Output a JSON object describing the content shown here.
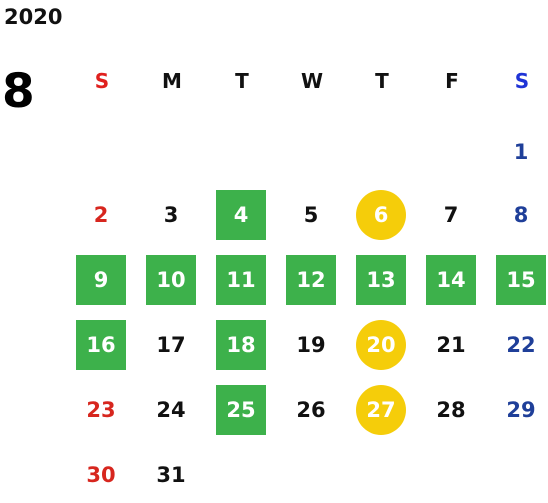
{
  "calendar": {
    "year": "2020",
    "month": "8",
    "weekdays": [
      "S",
      "M",
      "T",
      "W",
      "T",
      "F",
      "S"
    ],
    "weeks": [
      [
        "",
        "",
        "",
        "",
        "",
        "",
        "1"
      ],
      [
        "2",
        "3",
        "4",
        "5",
        "6",
        "7",
        "8"
      ],
      [
        "9",
        "10",
        "11",
        "12",
        "13",
        "14",
        "15"
      ],
      [
        "16",
        "17",
        "18",
        "19",
        "20",
        "21",
        "22"
      ],
      [
        "23",
        "24",
        "25",
        "26",
        "27",
        "28",
        "29"
      ],
      [
        "30",
        "31",
        "",
        "",
        "",
        "",
        ""
      ]
    ],
    "green_highlighted_days": [
      "4",
      "9",
      "10",
      "11",
      "12",
      "13",
      "14",
      "15",
      "16",
      "18",
      "25"
    ],
    "yellow_circled_days": [
      "6",
      "20",
      "27"
    ],
    "colors": {
      "sunday": "#d7261e",
      "saturday": "#1f3f99",
      "saturday_header": "#1f33d6",
      "green_highlight": "#3db14b",
      "yellow_circle": "#f5cd0a",
      "text": "#111111"
    }
  }
}
